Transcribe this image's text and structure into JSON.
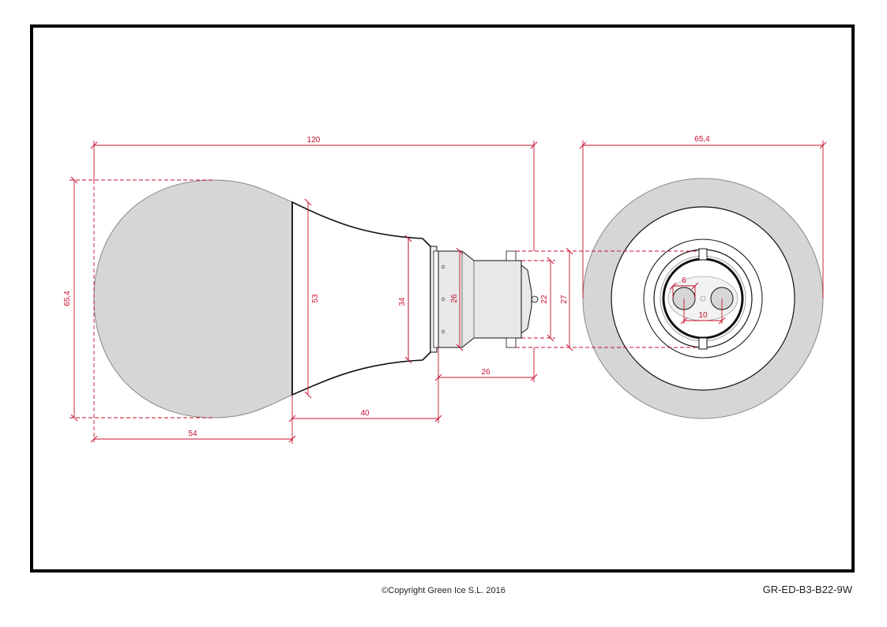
{
  "colors": {
    "dimension": "#c8102e",
    "outline": "#111111",
    "bulb_fill": "#d6d6d6",
    "base_fill": "#e8e8e8",
    "frame": "#000000"
  },
  "dimensions": {
    "overall_length": "120",
    "bulb_height": "65,4",
    "bulb_length": "54",
    "neck_length": "40",
    "neck_diameter_large": "53",
    "neck_diameter_small": "34",
    "base_diameter": "26",
    "base_length": "26",
    "cap_diameter_inner": "22",
    "cap_diameter_outer": "27",
    "front_diameter": "65,4",
    "pin_diameter": "6",
    "pin_spacing": "10"
  },
  "footer": {
    "copyright": "©Copyright Green Ice S.L. 2016",
    "product_code": "GR-ED-B3-B22-9W"
  }
}
